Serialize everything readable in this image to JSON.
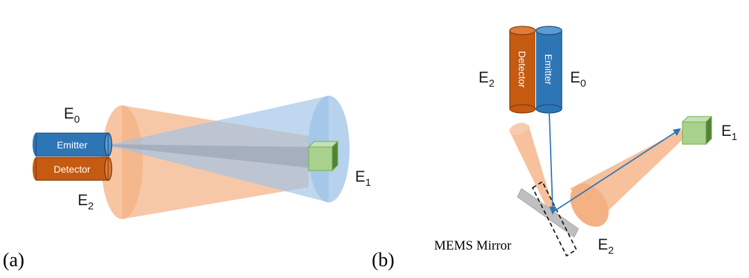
{
  "panel_a": {
    "panel_label": "(a)",
    "emitter_label": "Emitter",
    "detector_label": "Detector",
    "e0": {
      "base": "E",
      "sub": "0"
    },
    "e1": {
      "base": "E",
      "sub": "1"
    },
    "e2": {
      "base": "E",
      "sub": "2"
    }
  },
  "panel_b": {
    "panel_label": "(b)",
    "emitter_label": "Emitter",
    "detector_label": "Detector",
    "mirror_label": "MEMS Mirror",
    "e0": {
      "base": "E",
      "sub": "0"
    },
    "e1": {
      "base": "E",
      "sub": "1"
    },
    "e2_top": {
      "base": "E",
      "sub": "2"
    },
    "e2_bottom": {
      "base": "E",
      "sub": "2"
    }
  },
  "colors": {
    "emitter_blue": "#2e75b6",
    "detector_orange": "#c55a11",
    "cone_orange": "#f4b183",
    "cone_blue": "#9dc3e6",
    "target_green": "#a9d18e",
    "beam_blue": "#2e75b6",
    "mirror_gray": "#bfbfbf"
  }
}
